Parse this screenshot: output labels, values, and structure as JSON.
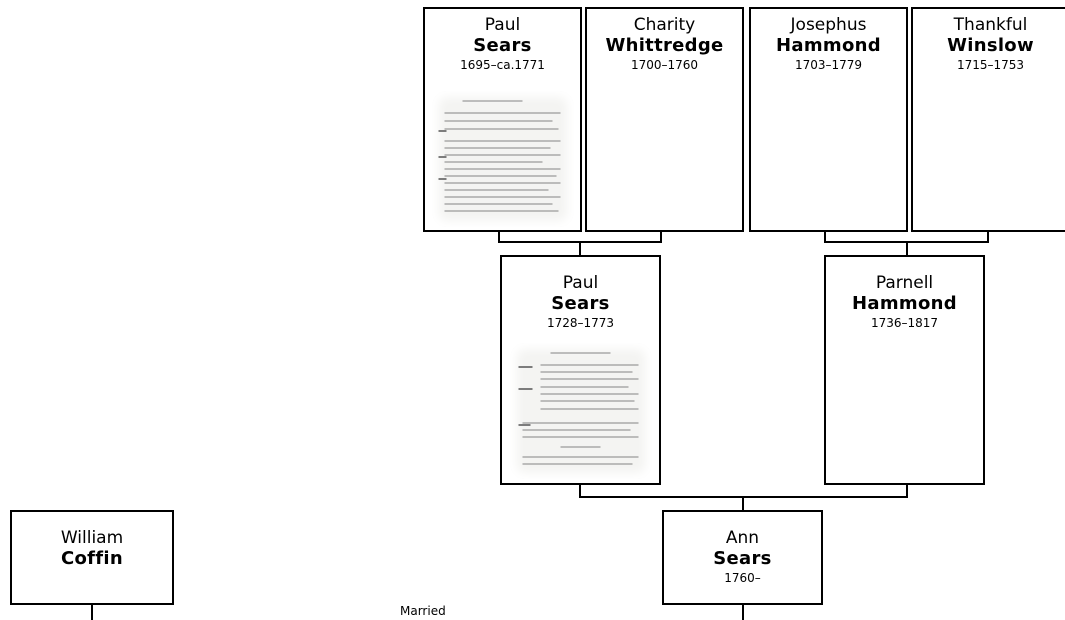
{
  "persons": {
    "paul_sears_sr": {
      "given": "Paul",
      "surname": "Sears",
      "dates": "1695–ca.1771",
      "image": "document-scan"
    },
    "charity_whittredge": {
      "given": "Charity",
      "surname": "Whittredge",
      "dates": "1700–1760"
    },
    "josephus_hammond": {
      "given": "Josephus",
      "surname": "Hammond",
      "dates": "1703–1779"
    },
    "thankful_winslow": {
      "given": "Thankful",
      "surname": "Winslow",
      "dates": "1715–1753"
    },
    "paul_sears_jr": {
      "given": "Paul",
      "surname": "Sears",
      "dates": "1728–1773",
      "image": "document-scan"
    },
    "parnell_hammond": {
      "given": "Parnell",
      "surname": "Hammond",
      "dates": "1736–1817"
    },
    "ann_sears": {
      "given": "Ann",
      "surname": "Sears",
      "dates": "1760–"
    },
    "william_coffin": {
      "given": "William",
      "surname": "Coffin"
    }
  },
  "relation_label": "Married"
}
